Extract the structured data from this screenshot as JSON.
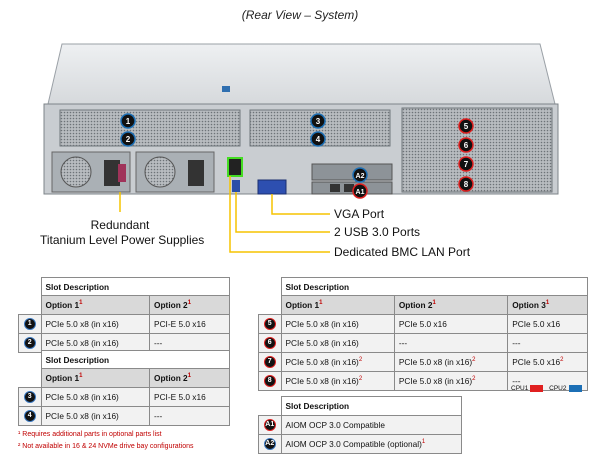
{
  "title": "(Rear View – System)",
  "callouts": {
    "vga": "VGA Port",
    "usb": "2 USB 3.0 Ports",
    "bmc": "Dedicated BMC LAN Port",
    "psu_line1": "Redundant",
    "psu_line2": "Titanium  Level Power Supplies"
  },
  "chassis_badges": [
    "1",
    "2",
    "3",
    "4",
    "A2",
    "A1",
    "5",
    "6",
    "7",
    "8"
  ],
  "colors": {
    "cpu1": "#e02020",
    "cpu2": "#1c6fb5",
    "callout_line": "#f5c400",
    "lan_highlight": "#44dd22",
    "table_header": "#d9d9d9",
    "table_row": "#f2f2f2"
  },
  "tables": {
    "t1": {
      "desc": "Slot Description",
      "headers": [
        "Option 1",
        "Option 2"
      ],
      "rows": [
        {
          "badge": "1",
          "c1": "PCIe 5.0 x8 (in x16)",
          "c2": "PCI-E 5.0 x16"
        },
        {
          "badge": "2",
          "c1": "PCIe 5.0 x8 (in x16)",
          "c2": "---"
        }
      ]
    },
    "t2": {
      "desc": "Slot Description",
      "headers": [
        "Option 1",
        "Option 2"
      ],
      "rows": [
        {
          "badge": "3",
          "c1": "PCIe 5.0 x8 (in x16)",
          "c2": "PCI-E 5.0 x16"
        },
        {
          "badge": "4",
          "c1": "PCIe 5.0 x8 (in x16)",
          "c2": "---"
        }
      ]
    },
    "t3": {
      "desc": "Slot Description",
      "headers": [
        "Option 1",
        "Option 2",
        "Option 3"
      ],
      "rows": [
        {
          "badge": "5",
          "c1": "PCIe 5.0 x8 (in x16)",
          "c2": "PCIe 5.0 x16",
          "c3": "PCIe 5.0 x16"
        },
        {
          "badge": "6",
          "c1": "PCIe 5.0 x8 (in x16)",
          "c2": "---",
          "c3": "---"
        },
        {
          "badge": "7",
          "c1": "PCIe 5.0 x8 (in x16)",
          "c2": "PCIe 5.0 x8 (in x16)",
          "c3": "PCIe 5.0 x16"
        },
        {
          "badge": "8",
          "c1": "PCIe 5.0 x8 (in x16)",
          "c2": "PCIe 5.0 x8 (in x16)",
          "c3": "---"
        }
      ]
    },
    "t4": {
      "desc": "Slot Description",
      "rows": [
        {
          "badge": "A1",
          "c1": "AIOM OCP 3.0 Compatible"
        },
        {
          "badge": "A2",
          "c1": "AIOM OCP 3.0 Compatible  (optional)"
        }
      ]
    }
  },
  "legend": {
    "cpu1": "CPU1",
    "cpu2": "CPU2"
  },
  "notes": {
    "note1": "¹ Requires additional parts in optional parts list",
    "note2": "² Not available in 16 & 24 NVMe drive bay configurations"
  }
}
